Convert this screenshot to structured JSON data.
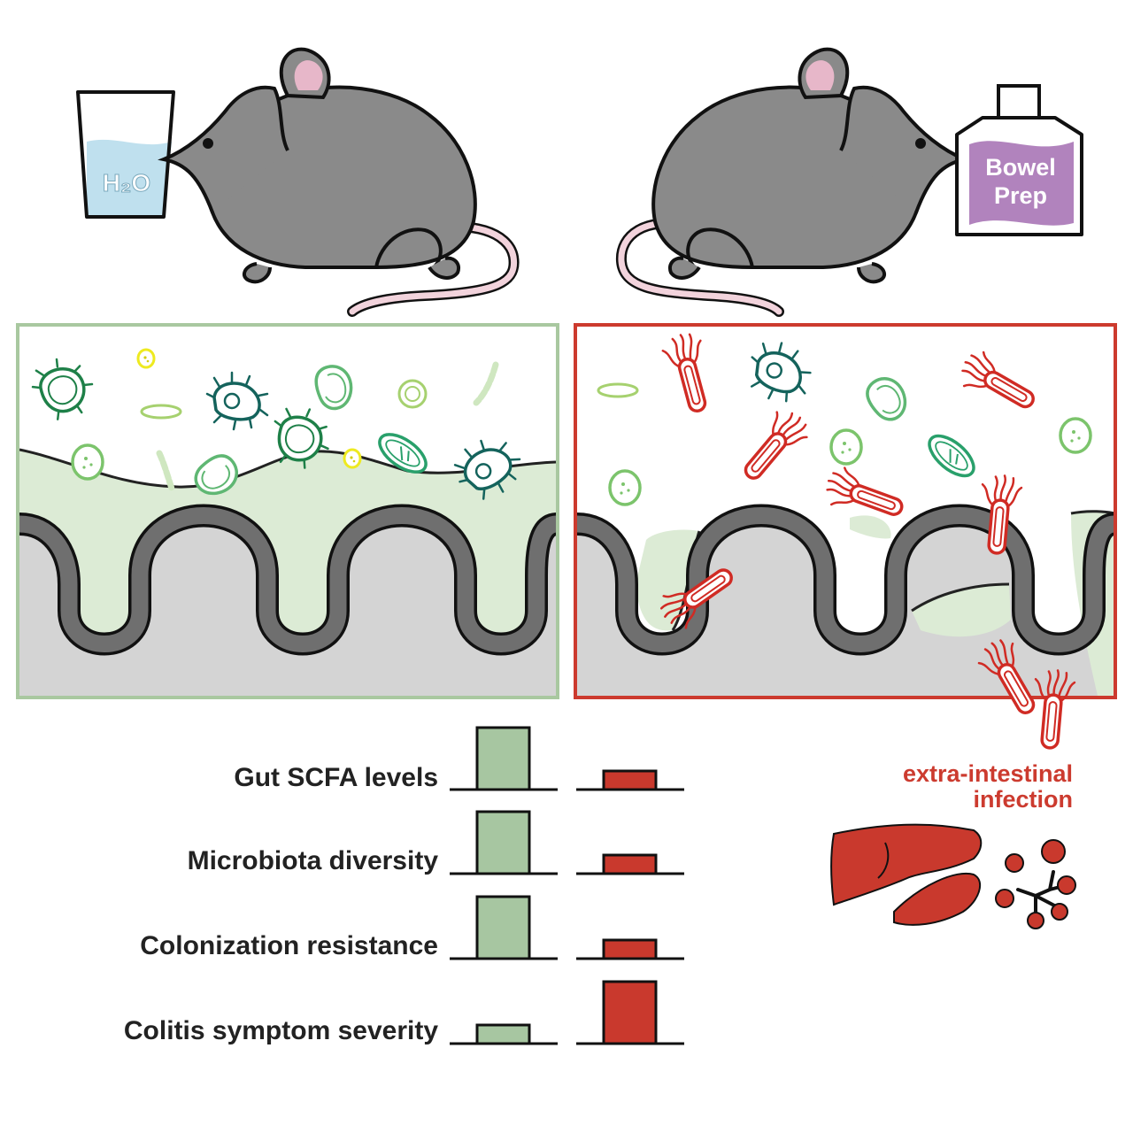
{
  "left_condition": {
    "drink_label": "H₂O"
  },
  "right_condition": {
    "prep_label_line1": "Bowel",
    "prep_label_line2": "Prep"
  },
  "metrics": [
    {
      "label": "Gut SCFA levels",
      "water": 1.0,
      "bowel_prep": 0.3
    },
    {
      "label": "Microbiota diversity",
      "water": 1.0,
      "bowel_prep": 0.3
    },
    {
      "label": "Colonization resistance",
      "water": 1.0,
      "bowel_prep": 0.3
    },
    {
      "label": "Colitis symptom severity",
      "water": 0.3,
      "bowel_prep": 1.0
    }
  ],
  "outcome": {
    "line1": "extra-intestinal",
    "line2": "infection"
  },
  "colors": {
    "water_group": "#a7c6a1",
    "bowel_prep_group": "#c9392d",
    "left_frame": "#a9c8a0",
    "right_frame": "#cc3a2e",
    "mucus": "#dcebd5",
    "epithelium": "#6f6f6f",
    "tissue": "#d4d4d4",
    "mouse": "#8a8a8a",
    "water": "#bfe0ee",
    "prep_label": "#b183bd"
  }
}
